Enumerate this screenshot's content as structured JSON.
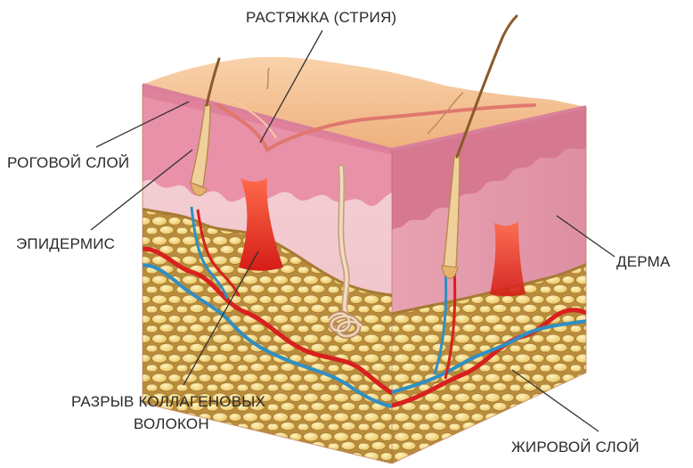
{
  "labels": {
    "stretch_mark": "РАСТЯЖКА (СТРИЯ)",
    "stratum_corneum": "РОГОВОЙ СЛОЙ",
    "epidermis": "ЭПИДЕРМИС",
    "dermis": "ДЕРМА",
    "collagen_line1": "РАЗРЫВ КОЛЛАГЕНОВЫХ",
    "collagen_line2": "ВОЛОКОН",
    "fat_layer": "ЖИРОВОЙ СЛОЙ"
  },
  "colors": {
    "surface_top": "#f4c49a",
    "epidermis_band": "#e58aa3",
    "dermis": "#f4cbd0",
    "dermis_side": "#eaa4b4",
    "tear_red": "#e0251b",
    "fat_layer_bg": "#caa257",
    "fat_cell": "#f2d37a",
    "artery": "#d8201e",
    "vein": "#2f8fc4",
    "hair": "#8a5a2a",
    "leader_line": "#333333"
  }
}
